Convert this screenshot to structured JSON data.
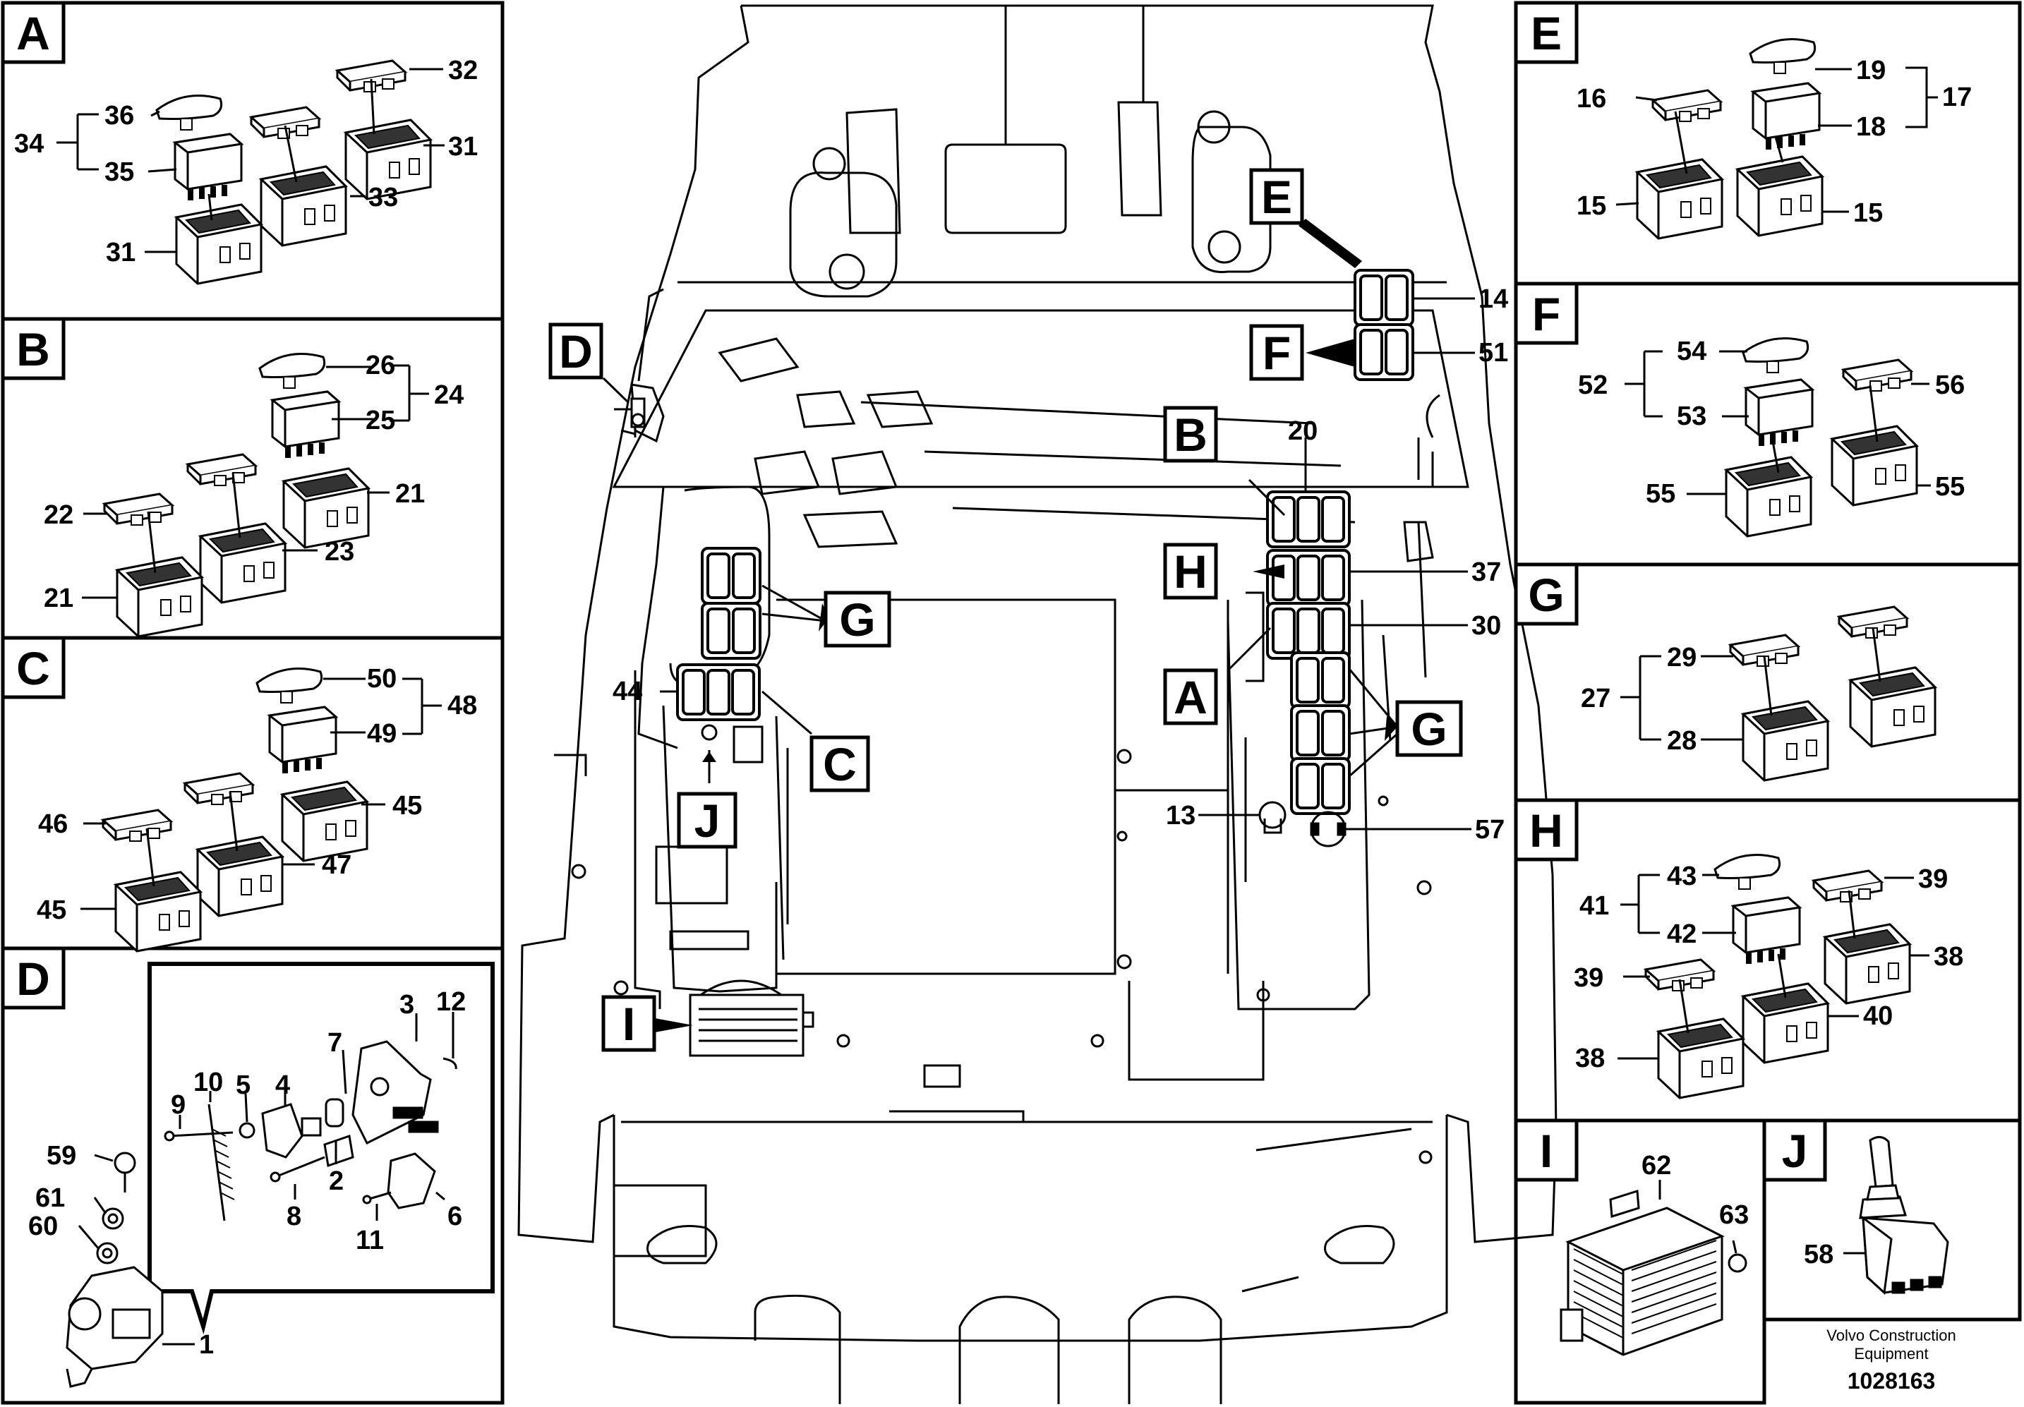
{
  "panels": [
    {
      "id": "A",
      "labels": [
        "32",
        "36",
        "34",
        "35",
        "31",
        "33",
        "31"
      ]
    },
    {
      "id": "B",
      "labels": [
        "26",
        "24",
        "25",
        "22",
        "21",
        "23",
        "21"
      ]
    },
    {
      "id": "C",
      "labels": [
        "50",
        "48",
        "49",
        "46",
        "45",
        "47",
        "45"
      ]
    },
    {
      "id": "D",
      "labels": [
        "3",
        "12",
        "7",
        "4",
        "5",
        "10",
        "9",
        "2",
        "8",
        "11",
        "6",
        "59",
        "61",
        "60",
        "1"
      ]
    },
    {
      "id": "E",
      "labels": [
        "19",
        "17",
        "16",
        "18",
        "15",
        "15"
      ]
    },
    {
      "id": "F",
      "labels": [
        "54",
        "56",
        "52",
        "53",
        "55",
        "55"
      ]
    },
    {
      "id": "G",
      "labels": [
        "29",
        "27",
        "28"
      ]
    },
    {
      "id": "H",
      "labels": [
        "43",
        "39",
        "41",
        "42",
        "38",
        "39",
        "40",
        "38"
      ]
    },
    {
      "id": "I",
      "labels": [
        "62",
        "63"
      ]
    },
    {
      "id": "J",
      "labels": [
        "58"
      ]
    }
  ],
  "main_view": {
    "letters": [
      "E",
      "F",
      "D",
      "B",
      "H",
      "A",
      "G",
      "G",
      "C",
      "J",
      "I"
    ],
    "labels": [
      "14",
      "51",
      "20",
      "37",
      "30",
      "44",
      "13",
      "57"
    ]
  },
  "footer": {
    "company_line1": "Volvo Construction",
    "company_line2": "Equipment",
    "drawing_number": "1028163"
  }
}
